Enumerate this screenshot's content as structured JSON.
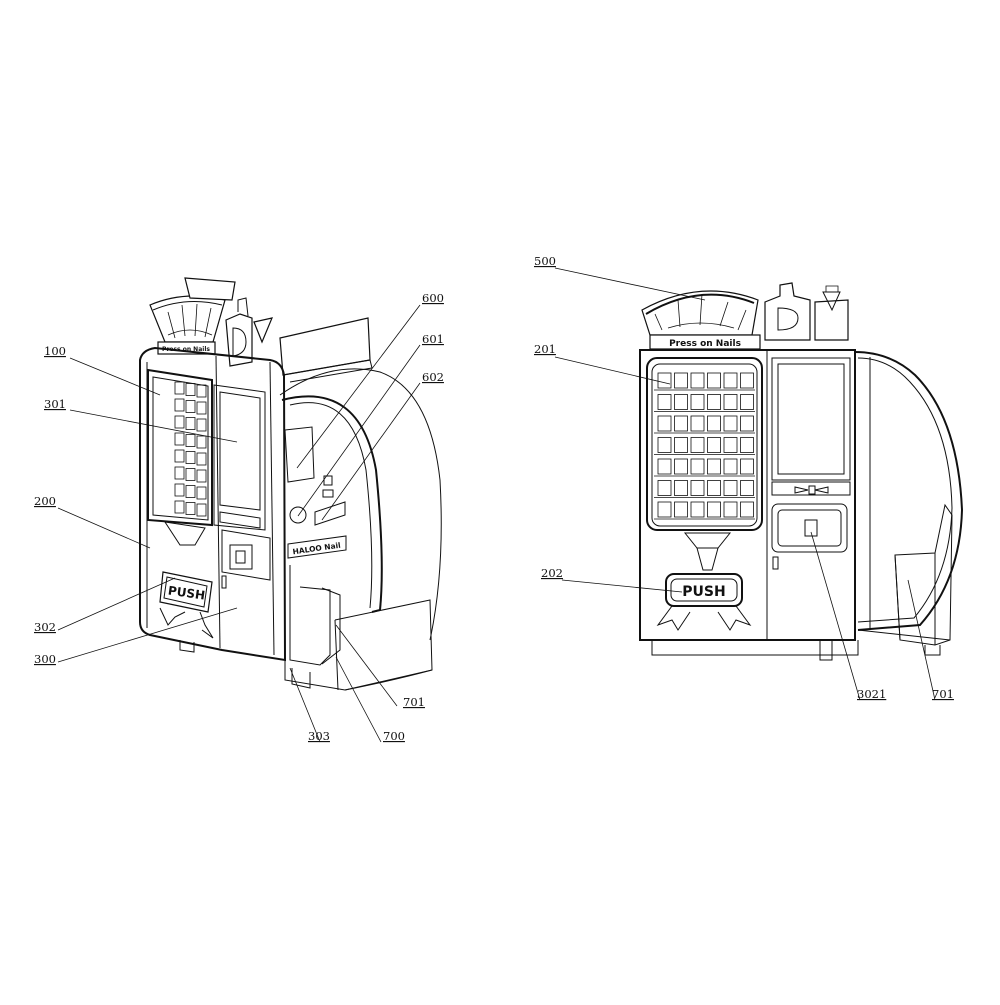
{
  "left_view": {
    "labels": [
      "100",
      "301",
      "200",
      "302",
      "300",
      "600",
      "601",
      "602",
      "701",
      "303",
      "700"
    ],
    "push_text": "PUSH",
    "marquee_text": "Press on Nails",
    "brand_text": "HALOO Nail"
  },
  "right_view": {
    "labels": [
      "500",
      "201",
      "202",
      "3021",
      "701"
    ],
    "push_text": "PUSH",
    "marquee_text": "Press on Nails"
  },
  "theme": {
    "line_color": "#111111",
    "background": "#ffffff"
  }
}
